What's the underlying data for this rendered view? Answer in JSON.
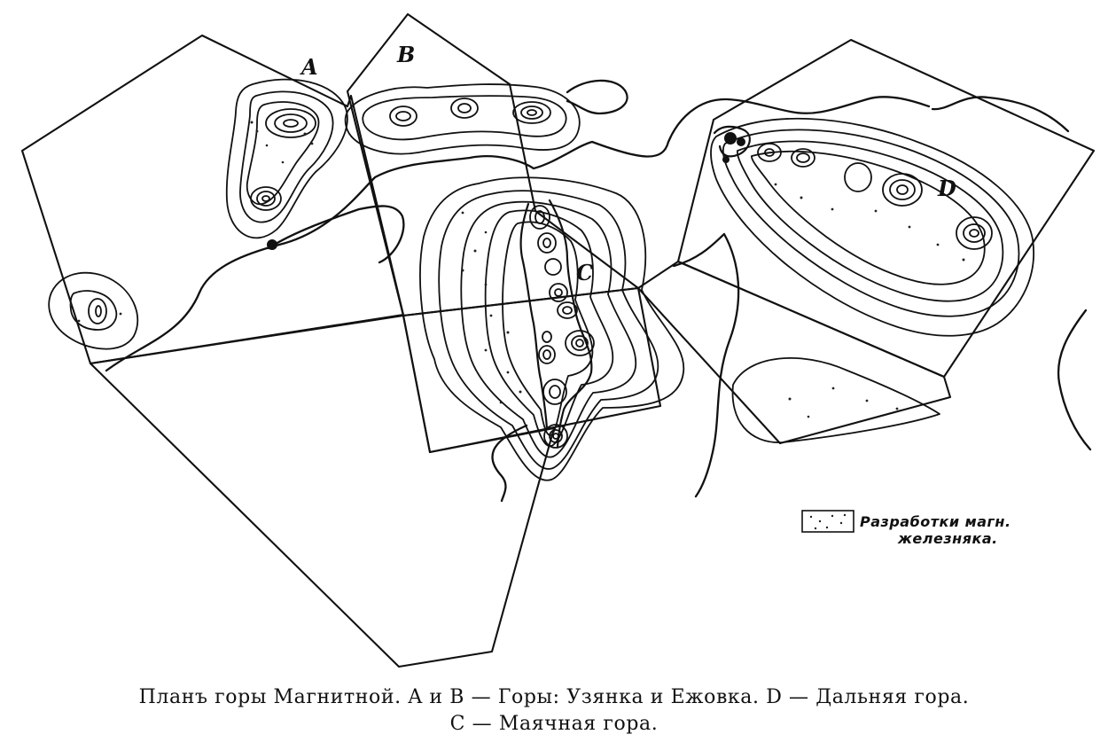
{
  "map": {
    "labels": {
      "a": "A",
      "b": "B",
      "c": "C",
      "d": "D"
    },
    "legend": {
      "line1": "Разработки магн.",
      "line2": "железняка."
    }
  },
  "caption": {
    "line1": "Планъ горы Магнитной. A и B — Горы: Узянка и Ежовка. D — Дальняя гора.",
    "line2": "C — Маячная гора."
  },
  "colors": {
    "ink": "#111111",
    "paper": "#ffffff"
  }
}
